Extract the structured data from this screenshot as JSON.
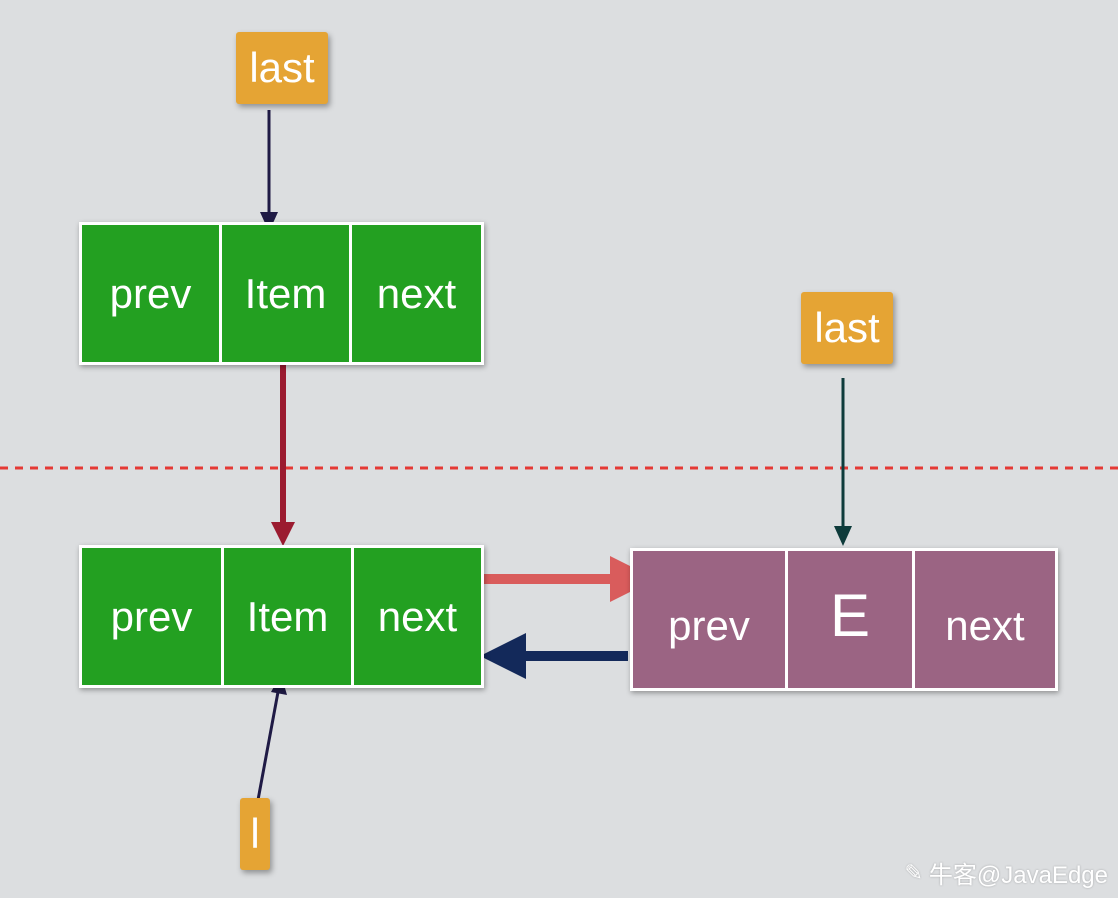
{
  "top_last_label": "last",
  "right_last_label": "last",
  "l_label": "l",
  "node_top": {
    "prev": "prev",
    "item": "Item",
    "next": "next"
  },
  "node_bottom": {
    "prev": "prev",
    "item": "Item",
    "next": "next"
  },
  "node_new": {
    "prev": "prev",
    "item": "E",
    "next": "next"
  },
  "watermark": {
    "text": "牛客@JavaEdge"
  },
  "colors": {
    "background": "#dcdee0",
    "tag": "#e5a434",
    "node_green": "#23a021",
    "node_purple": "#9b6483",
    "divider": "#e53935",
    "arrow_item_link": "#9b1b30",
    "arrow_next_link": "#d95c5c",
    "arrow_prev_link": "#13295a",
    "arrow_last_top": "#1f1a45",
    "arrow_last_right": "#0e3b3b",
    "arrow_l": "#1f1a45"
  }
}
